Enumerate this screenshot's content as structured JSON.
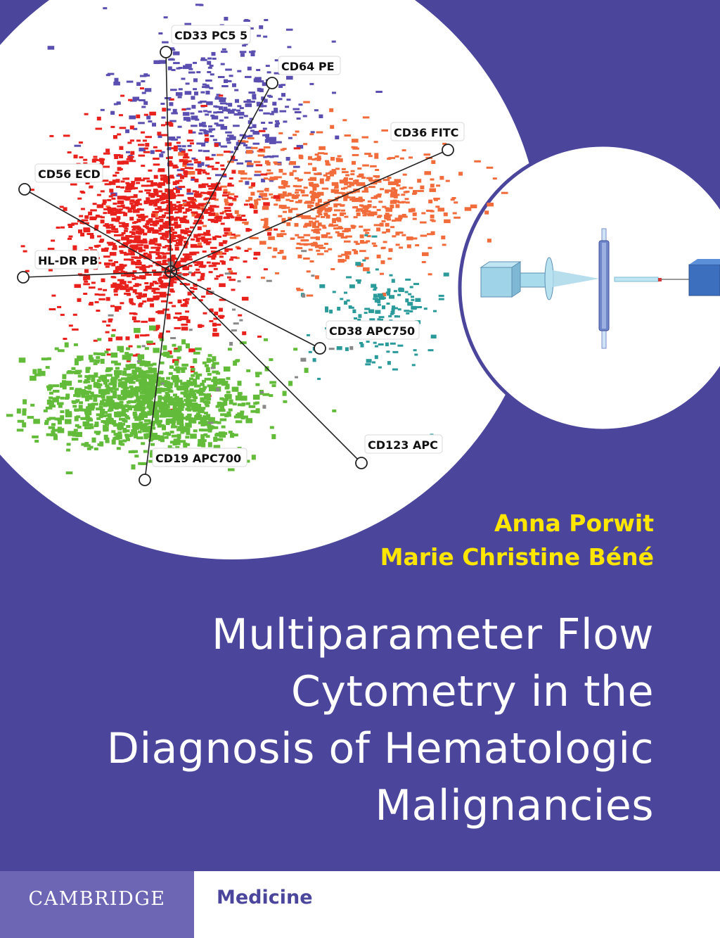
{
  "cover": {
    "authors": [
      "Anna Porwit",
      "Marie Christine Béné"
    ],
    "title_lines": [
      "Multiparameter Flow",
      "Cytometry in the",
      "Diagnosis of Hematologic",
      "Malignancies"
    ],
    "publisher": "CAMBRIDGE",
    "series": "Medicine"
  },
  "figure": {
    "parameters": [
      {
        "label": "CD33 PC5 5"
      },
      {
        "label": "CD64 PE"
      },
      {
        "label": "CD36 FITC"
      },
      {
        "label": "CD56 ECD"
      },
      {
        "label": "HL-DR PB"
      },
      {
        "label": "CD38 APC750"
      },
      {
        "label": "CD123 APC"
      },
      {
        "label": "CD19 APC700"
      }
    ],
    "populations": [
      {
        "name": "purple",
        "color": "#5a4fb0"
      },
      {
        "name": "red",
        "color": "#e8211d"
      },
      {
        "name": "orange",
        "color": "#f26b3a"
      },
      {
        "name": "teal",
        "color": "#2a9a9a"
      },
      {
        "name": "green",
        "color": "#63bb3a"
      },
      {
        "name": "grey",
        "color": "#888888"
      }
    ],
    "instrument": [
      "light-source-icon",
      "lens-icon",
      "flow-cell-icon",
      "detector-icon"
    ]
  },
  "colors": {
    "background": "#4b469c",
    "authors": "#ffe600",
    "title": "#ffffff",
    "publisher_box": "#6d66b4"
  }
}
